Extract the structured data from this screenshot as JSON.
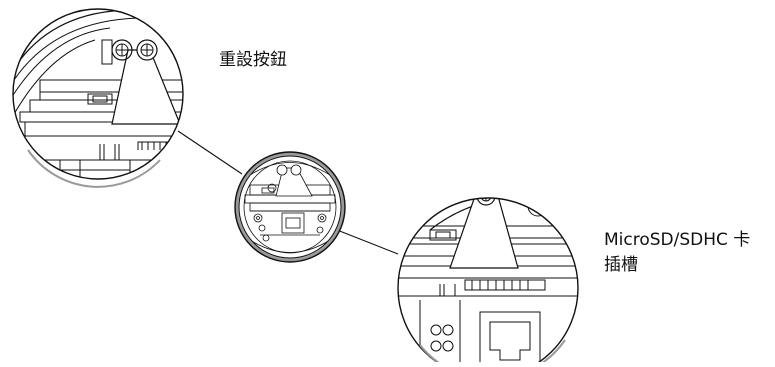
{
  "diagram": {
    "labels": {
      "reset_button": "重設按鈕",
      "sd_slot_line1": "MicroSD/SDHC 卡",
      "sd_slot_line2": "插槽"
    },
    "colors": {
      "line": "#111111",
      "background": "#ffffff",
      "shadow": "#9a9a9a"
    },
    "icons": [
      "screw-head-icon",
      "ethernet-port-icon",
      "reset-button-icon",
      "sd-slot-icon"
    ]
  }
}
